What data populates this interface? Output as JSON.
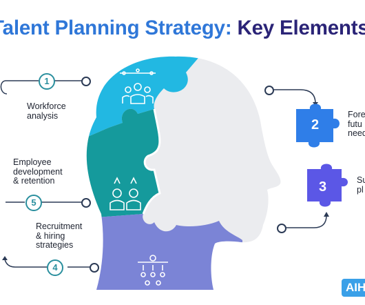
{
  "title": {
    "part1": "Talent Planning Strategy:",
    "part2": "Key Elements"
  },
  "colors": {
    "title_blue": "#2f77d8",
    "title_navy": "#2b2477",
    "piece_cyan": "#22b8e2",
    "piece_teal": "#159a9c",
    "piece_purple": "#7b84d6",
    "piece_grey": "#ebecef",
    "side_blue": "#2f7ee8",
    "side_purple": "#5b57e6",
    "step_teal": "#2a8f9e",
    "logo_blue": "#3aa0e8"
  },
  "steps": [
    {
      "number": "1",
      "label": "Workforce\nanalysis"
    },
    {
      "number": "5",
      "label": "Employee\ndevelopment\n& retention"
    },
    {
      "number": "4",
      "label": "Recruitment\n& hiring\nstrategies"
    }
  ],
  "side_pieces": [
    {
      "number": "2",
      "label": "Fore\nfutu\nneed"
    },
    {
      "number": "3",
      "label": "Su\npl"
    }
  ],
  "icons": [
    "team-icon",
    "diverse-people-icon",
    "hiring-hierarchy-icon"
  ],
  "logo": {
    "text": "AIH"
  }
}
